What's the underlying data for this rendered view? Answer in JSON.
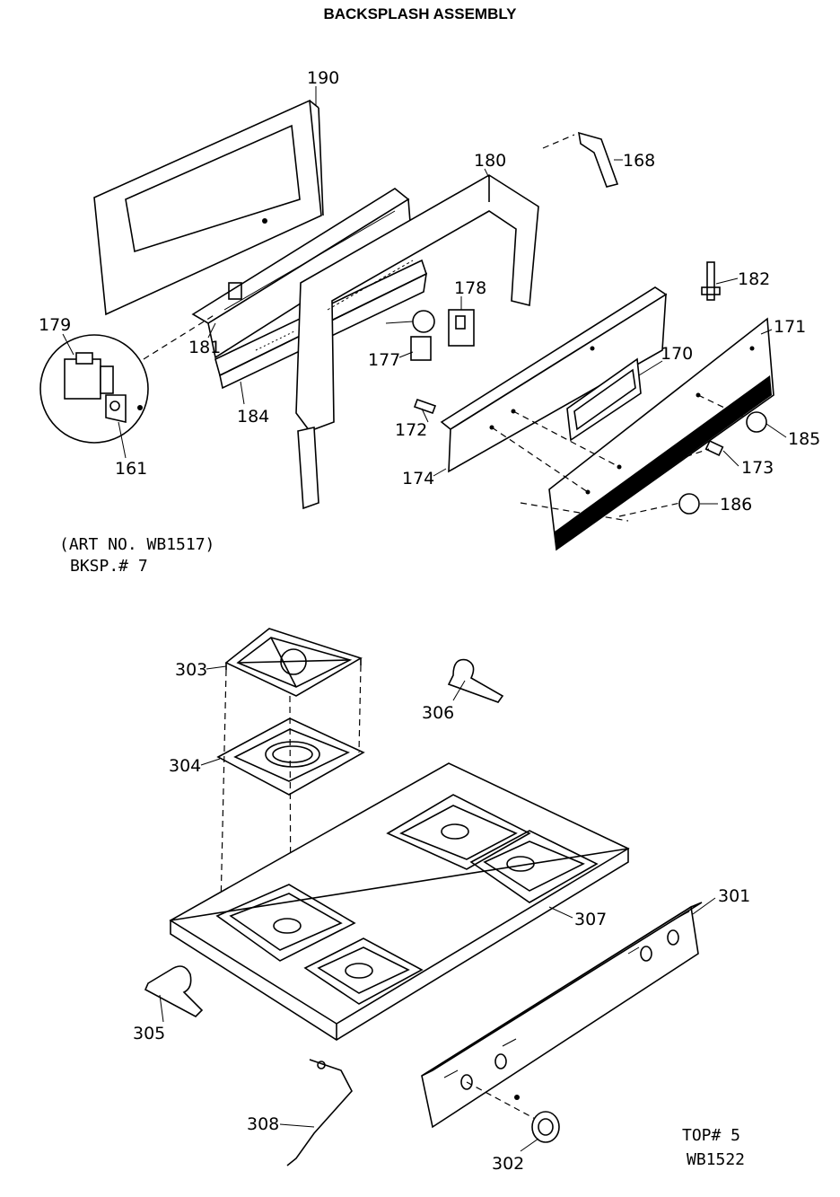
{
  "title": "BACKSPLASH ASSEMBLY",
  "backsplash": {
    "art_no": "(ART NO. WB1517)",
    "model": "BKSP.# 7",
    "parts": [
      "190",
      "180",
      "168",
      "178",
      "182",
      "171",
      "179",
      "181",
      "177",
      "170",
      "184",
      "172",
      "185",
      "173",
      "174",
      "161",
      "186"
    ]
  },
  "top": {
    "model": "TOP# 5",
    "art_no": "WB1522",
    "parts": [
      "303",
      "306",
      "304",
      "307",
      "301",
      "305",
      "308",
      "302"
    ]
  }
}
